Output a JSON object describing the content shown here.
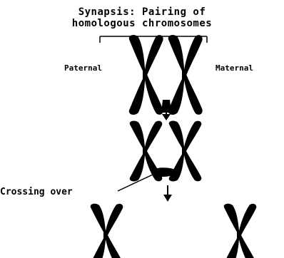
{
  "diagram": {
    "title_line1": "Synapsis: Pairing of",
    "title_line2": "homologous chromosomes",
    "label_left": "Paternal",
    "label_right": "Maternal",
    "label_crossing": "Crossing over",
    "colors": {
      "chromosome": "#000000",
      "background": "#ffffff",
      "lines": "#000000"
    }
  }
}
